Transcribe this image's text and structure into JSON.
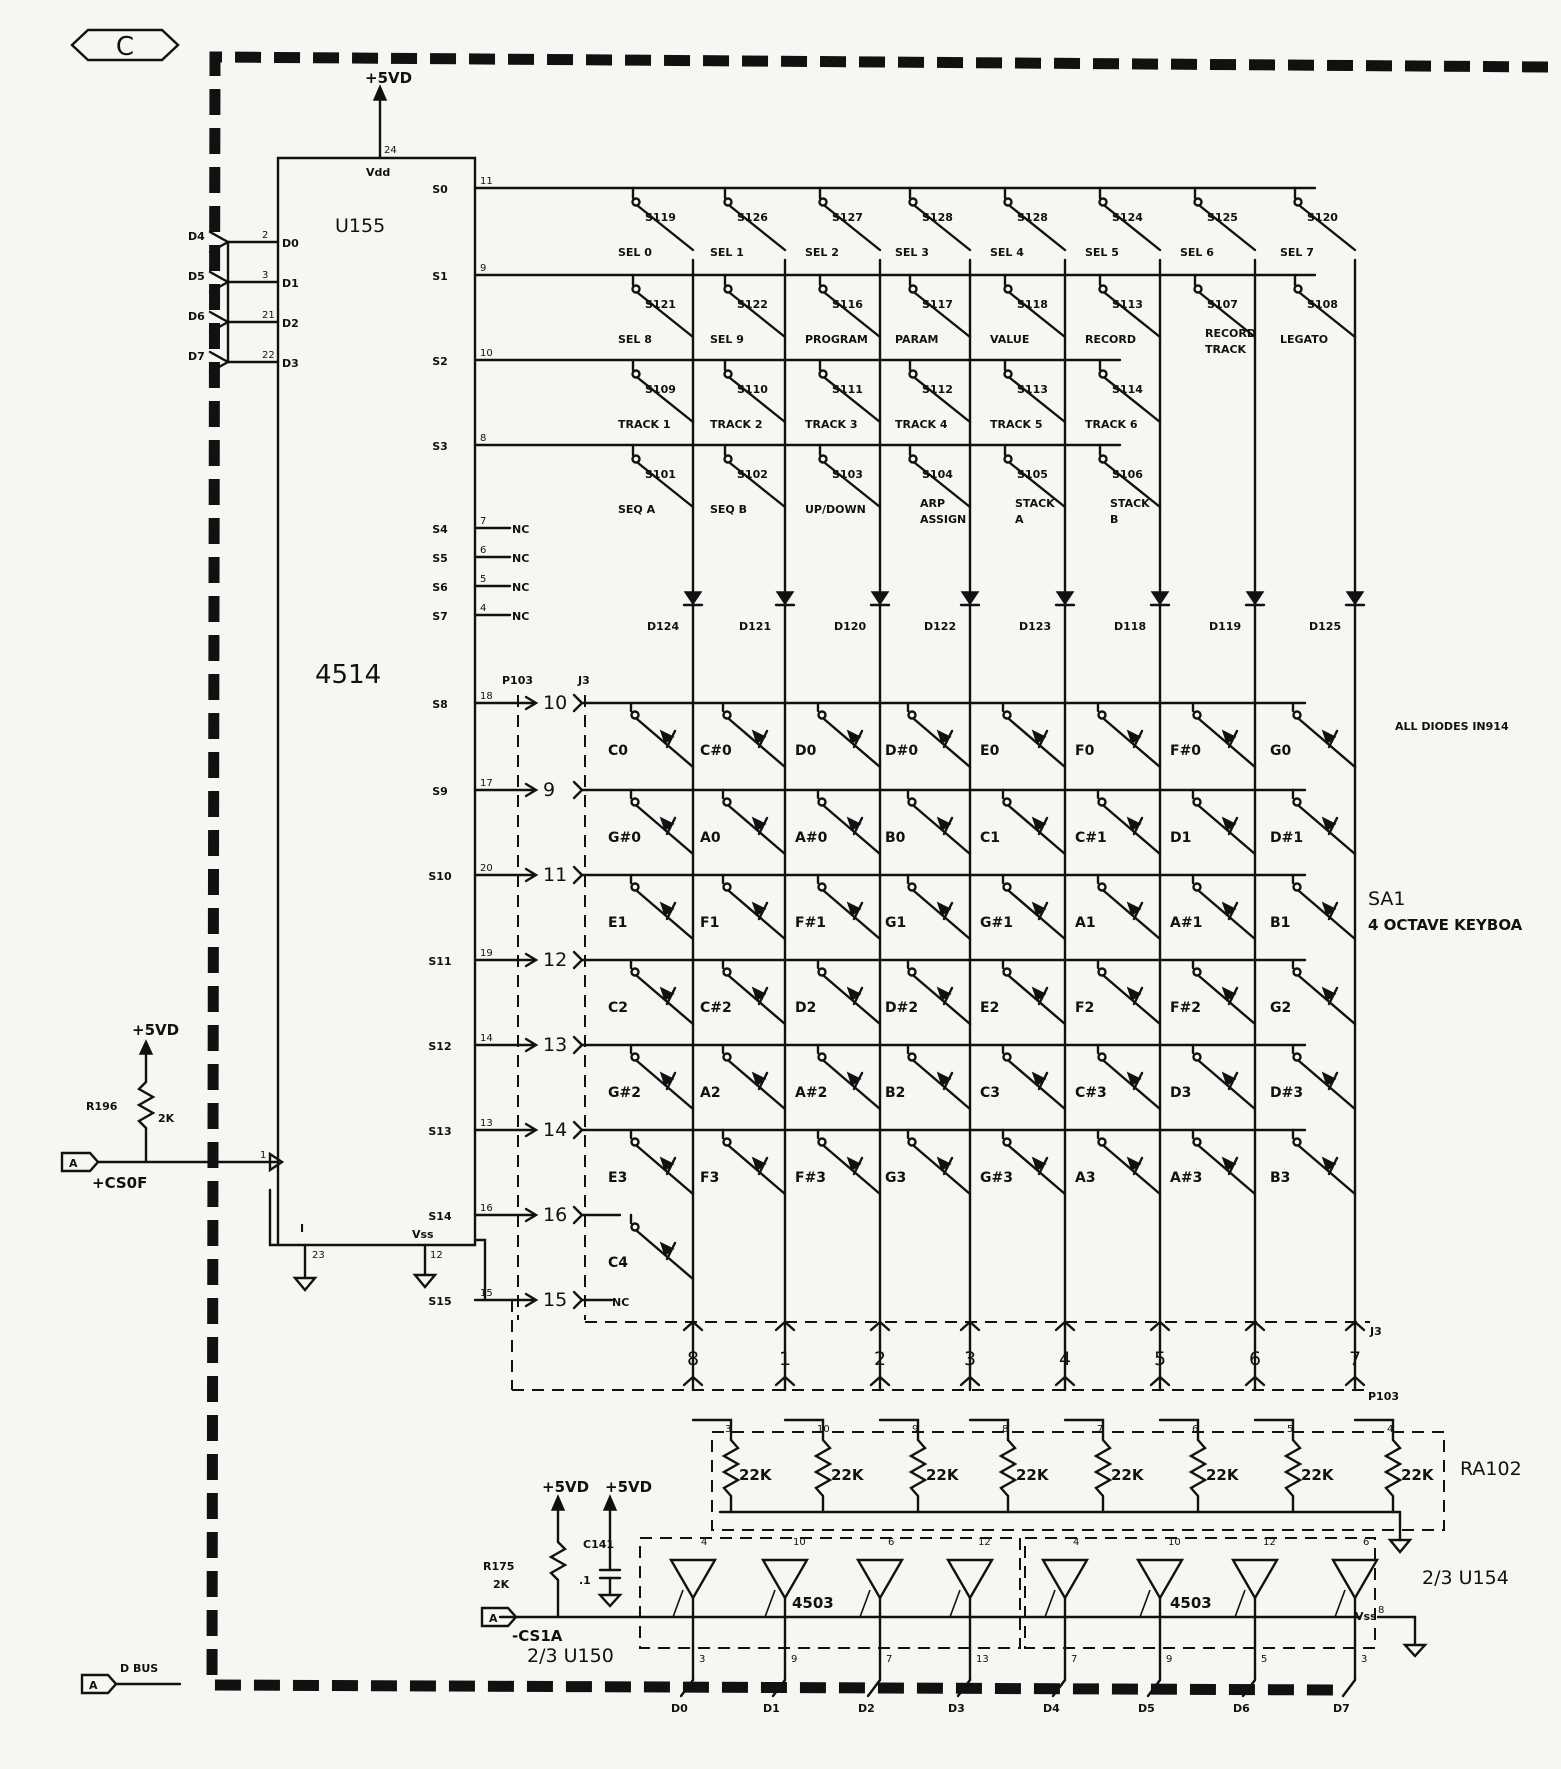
{
  "sheet_tag": "C",
  "chip": {
    "ref": "U155",
    "part": "4514",
    "vdd_label": "Vdd",
    "vdd_pin": "24",
    "supply": "+5VD",
    "vss_label": "Vss",
    "vss_pin": "12",
    "inhibit_label": "I",
    "inhibit_pin": "23"
  },
  "data_inputs": [
    {
      "net": "D4",
      "pin": "2",
      "label": "D0"
    },
    {
      "net": "D5",
      "pin": "3",
      "label": "D1"
    },
    {
      "net": "D6",
      "pin": "21",
      "label": "D2"
    },
    {
      "net": "D7",
      "pin": "22",
      "label": "D3"
    }
  ],
  "outputs": [
    {
      "label": "S0",
      "pin": "11"
    },
    {
      "label": "S1",
      "pin": "9"
    },
    {
      "label": "S2",
      "pin": "10"
    },
    {
      "label": "S3",
      "pin": "8"
    },
    {
      "label": "S4",
      "pin": "7"
    },
    {
      "label": "S5",
      "pin": "6"
    },
    {
      "label": "S6",
      "pin": "5"
    },
    {
      "label": "S7",
      "pin": "4"
    },
    {
      "label": "S8",
      "pin": "18"
    },
    {
      "label": "S9",
      "pin": "17"
    },
    {
      "label": "S10",
      "pin": "20"
    },
    {
      "label": "S11",
      "pin": "19"
    },
    {
      "label": "S12",
      "pin": "14"
    },
    {
      "label": "S13",
      "pin": "13"
    },
    {
      "label": "S14",
      "pin": "16"
    },
    {
      "label": "S15",
      "pin": "15"
    }
  ],
  "nc_label": "NC",
  "switch_rows": [
    {
      "switches": [
        "S119",
        "S126",
        "S127",
        "S128",
        "S128",
        "S124",
        "S125",
        "S120"
      ],
      "labels": [
        "SEL 0",
        "SEL 1",
        "SEL 2",
        "SEL 3",
        "SEL 4",
        "SEL 5",
        "SEL 6",
        "SEL 7"
      ]
    },
    {
      "switches": [
        "S121",
        "S122",
        "S116",
        "S117",
        "S118",
        "S113",
        "S107",
        "S108"
      ],
      "labels": [
        "SEL 8",
        "SEL 9",
        "PROGRAM",
        "PARAM",
        "VALUE",
        "RECORD",
        "RECORD TRACK",
        "LEGATO"
      ]
    },
    {
      "switches": [
        "S109",
        "S110",
        "S111",
        "S112",
        "S113",
        "S114"
      ],
      "labels": [
        "TRACK 1",
        "TRACK 2",
        "TRACK 3",
        "TRACK 4",
        "TRACK 5",
        "TRACK 6"
      ]
    },
    {
      "switches": [
        "S101",
        "S102",
        "S103",
        "S104",
        "S105",
        "S106"
      ],
      "labels": [
        "SEQ A",
        "SEQ B",
        "UP/DOWN",
        "ARP ASSIGN",
        "STACK A",
        "STACK B"
      ]
    }
  ],
  "diodes": [
    "D124",
    "D121",
    "D120",
    "D122",
    "D123",
    "D118",
    "D119",
    "D125"
  ],
  "connector": {
    "plug": "P103",
    "jack": "J3",
    "in_pins": [
      "10",
      "9",
      "11",
      "12",
      "13",
      "14",
      "16",
      "15"
    ],
    "col_pins": [
      "8",
      "1",
      "2",
      "3",
      "4",
      "5",
      "6",
      "7"
    ]
  },
  "keyboard": {
    "note": "ALL DIODES IN914",
    "ref": "SA1",
    "desc": "4 OCTAVE KEYBOA",
    "rows": [
      [
        "C0",
        "C#0",
        "D0",
        "D#0",
        "E0",
        "F0",
        "F#0",
        "G0"
      ],
      [
        "G#0",
        "A0",
        "A#0",
        "B0",
        "C1",
        "C#1",
        "D1",
        "D#1"
      ],
      [
        "E1",
        "F1",
        "F#1",
        "G1",
        "G#1",
        "A1",
        "A#1",
        "B1"
      ],
      [
        "C2",
        "C#2",
        "D2",
        "D#2",
        "E2",
        "F2",
        "F#2",
        "G2"
      ],
      [
        "G#2",
        "A2",
        "A#2",
        "B2",
        "C3",
        "C#3",
        "D3",
        "D#3"
      ],
      [
        "E3",
        "F3",
        "F#3",
        "G3",
        "G#3",
        "A3",
        "A#3",
        "B3"
      ],
      [
        "C4"
      ]
    ]
  },
  "strobe": {
    "ref": "R196",
    "value": "2K",
    "supply": "+5VD",
    "net": "+CS0F",
    "port": "A",
    "pin": "1"
  },
  "resistor_array": {
    "ref": "RA102",
    "value": "22K",
    "pins": [
      "3",
      "10",
      "9",
      "8",
      "7",
      "6",
      "5",
      "4"
    ]
  },
  "buffers": {
    "left": {
      "ref": "2/3 U150",
      "part": "4503"
    },
    "right": {
      "ref": "2/3 U154",
      "part": "4503"
    },
    "in_pins": [
      "4",
      "10",
      "6",
      "12",
      "4",
      "10",
      "12",
      "6"
    ],
    "out_pins": [
      "3",
      "9",
      "7",
      "13",
      "7",
      "9",
      "5",
      "3"
    ],
    "enable": "-CS1A",
    "port": "A",
    "r175": {
      "ref": "R175",
      "value": "2K"
    },
    "c": {
      "ref": "C141",
      "value": ".1"
    },
    "supply": "+5VD",
    "vss": "Vss",
    "vss_pin": "8"
  },
  "bus": {
    "label": "D BUS",
    "port": "A",
    "lines": [
      "D0",
      "D1",
      "D2",
      "D3",
      "D4",
      "D5",
      "D6",
      "D7"
    ]
  }
}
